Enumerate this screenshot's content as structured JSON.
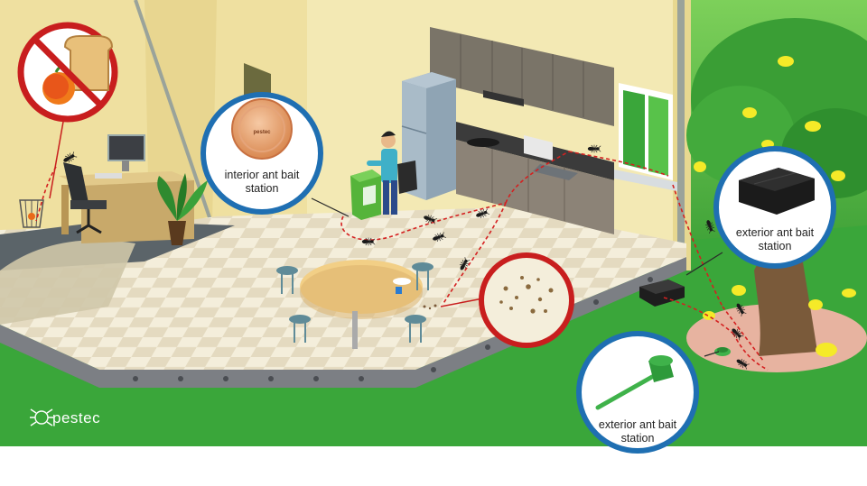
{
  "brand": {
    "name": "pestec"
  },
  "callouts": {
    "interior": {
      "line1": "interior ant bait",
      "line2": "station",
      "product_label": "pestec"
    },
    "exterior_box": {
      "line1": "exterior ant bait",
      "line2": "station"
    },
    "exterior_stake": {
      "line1": "exterior ant bait",
      "line2": "station"
    }
  },
  "colors": {
    "grass": "#3aa63a",
    "wall": "#f2e6a8",
    "floor_light": "#f3ecd6",
    "floor_dark": "#e6dcc2",
    "callout_blue": "#1f6fb2",
    "warning_red": "#c81e1e",
    "trail_red": "#d42020"
  },
  "icons": [
    "no-food-icon",
    "pestec-logo-icon",
    "bait-box-icon",
    "bait-stake-icon",
    "ant-icon"
  ]
}
